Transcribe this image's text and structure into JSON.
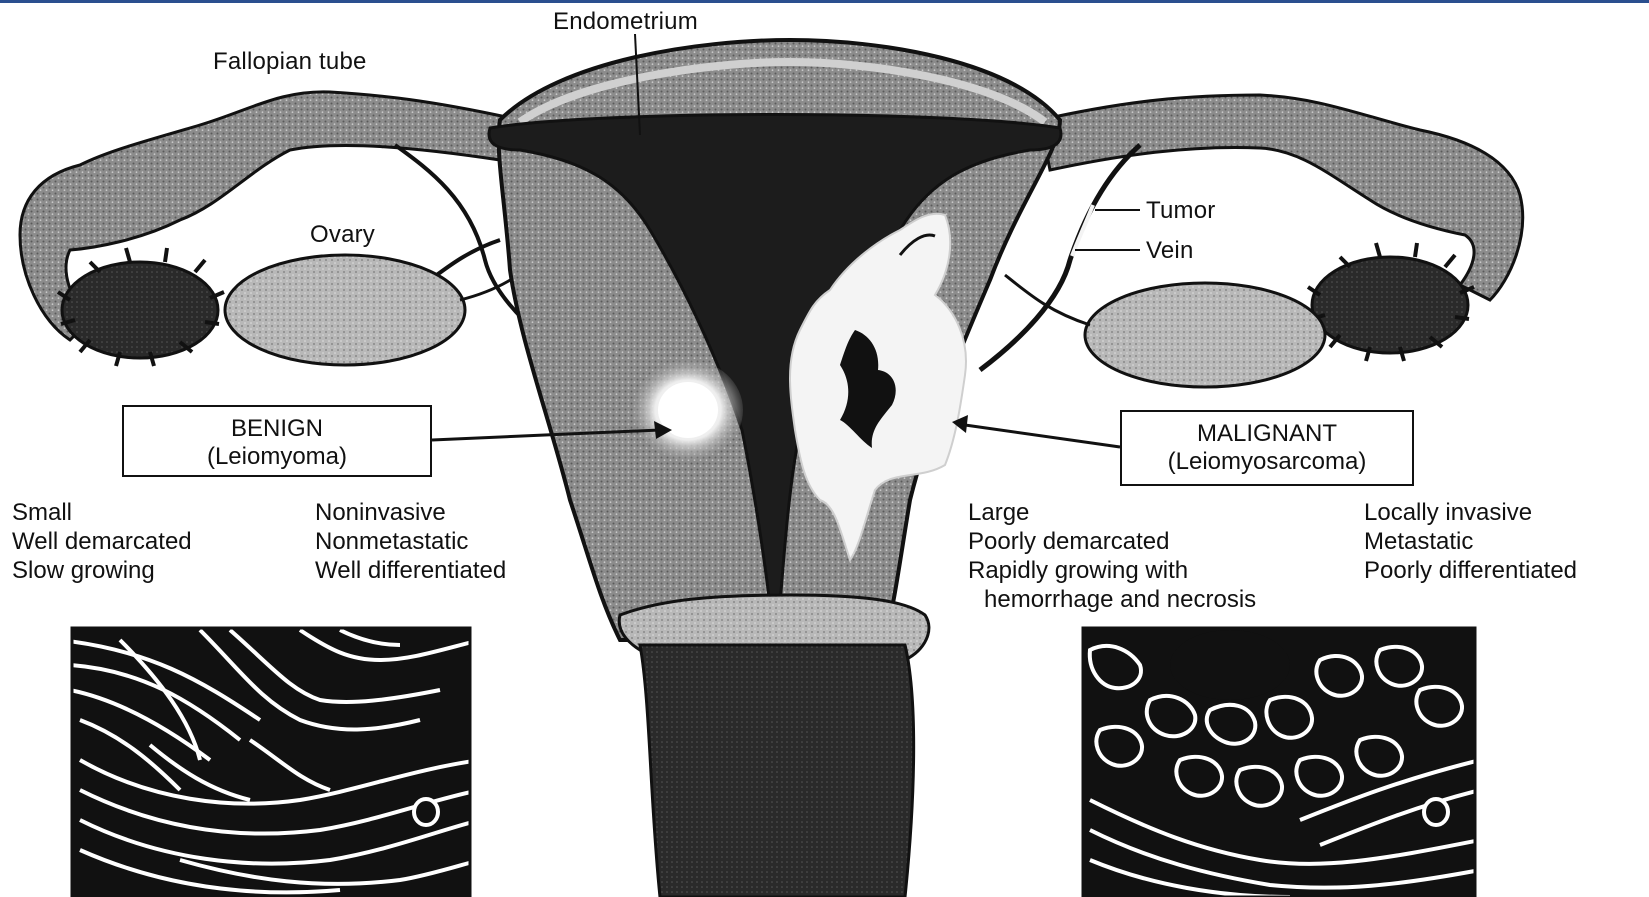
{
  "labels": {
    "endometrium": "Endometrium",
    "fallopian_tube": "Fallopian tube",
    "ovary": "Ovary",
    "tumor": "Tumor",
    "vein": "Vein"
  },
  "benign": {
    "title": "BENIGN",
    "subtitle": "(Leiomyoma)",
    "features_left": [
      "Small",
      "Well demarcated",
      "Slow growing"
    ],
    "features_right": [
      "Noninvasive",
      "Nonmetastatic",
      "Well differentiated"
    ]
  },
  "malignant": {
    "title": "MALIGNANT",
    "subtitle": "(Leiomyosarcoma)",
    "features_left": [
      "Large",
      "Poorly demarcated",
      "Rapidly growing with",
      "hemorrhage and necrosis"
    ],
    "features_right": [
      "Locally invasive",
      "Metastatic",
      "Poorly differentiated"
    ]
  },
  "colors": {
    "ink": "#111111",
    "tissue": "#8a8a8a",
    "tissue_light": "#b5b5b5",
    "cavity": "#1c1c1c",
    "tumor_white": "#f4f4f4",
    "top_bar": "#2a4f8f"
  }
}
